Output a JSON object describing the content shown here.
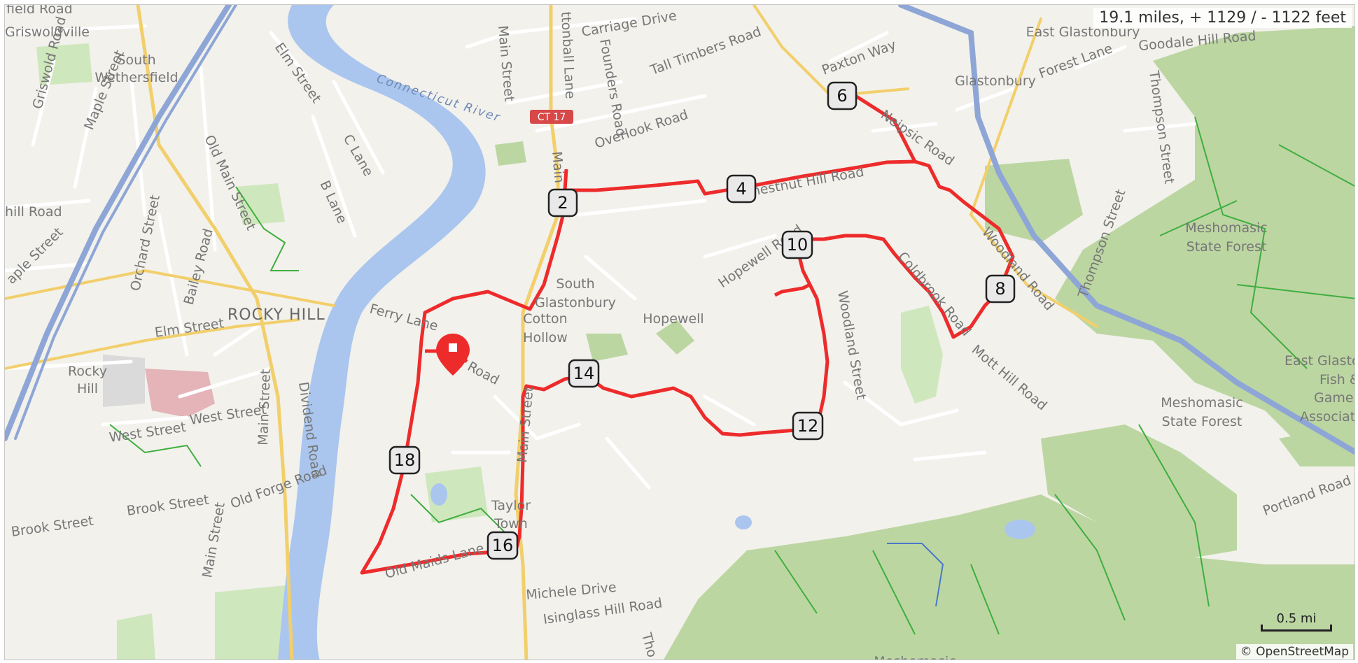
{
  "stats": "19.1 miles, + 1129 / - 1122 feet",
  "scale": "0.5 mi",
  "attribution": {
    "symbol": "©",
    "text": "OpenStreetMap"
  },
  "shield": "CT 17",
  "colors": {
    "route": "#ee2b2b",
    "highway": "#8ea6d6",
    "water": "#aac6ee",
    "forest": "#bcd6a2",
    "park": "#cfe7bd",
    "land": "#f2f1ec",
    "road": "#ffffff",
    "major_road": "#f2cf6b",
    "trail": "#3fae3f"
  },
  "markers": [
    "2",
    "4",
    "6",
    "8",
    "10",
    "12",
    "14",
    "16",
    "18"
  ],
  "start_icon": "map-pin-icon",
  "places": {
    "rocky_hill": "ROCKY HILL",
    "south_wethersfield": [
      "South",
      "Wethersfield"
    ],
    "griswoldville": "Griswoldville",
    "south_glastonbury": [
      "South",
      "Glastonbury"
    ],
    "cotton_hollow": [
      "Cotton",
      "Hollow"
    ],
    "hopewell": "Hopewell",
    "taylor_town": [
      "Taylor",
      "Town"
    ],
    "rocky": [
      "Rocky",
      "Hill"
    ],
    "east_glastonbury": "East Glastonbury",
    "glastonbury": "Glastonbury",
    "meshomasic_1": [
      "Meshomasic",
      "State Forest"
    ],
    "meshomasic_2": [
      "Meshomasic",
      "State Forest"
    ],
    "meshomasic_3": "Meshomasic",
    "east_glaston": [
      "East Glaston",
      "Fish &",
      "Game",
      "Associati"
    ]
  },
  "river": "Connecticut River",
  "roads": {
    "field_road": "field Road",
    "griswold_road": "Griswold Road",
    "maple_street": "Maple Street",
    "hill_road": "hill Road",
    "maple_street_2": "aple Street",
    "orchard_street": "Orchard Street",
    "bailey_road": "Bailey Road",
    "old_main_street": "Old Main Street",
    "elm_street": "Elm Street",
    "elm_street_2": "Elm Street",
    "c_lane": "C Lane",
    "b_lane": "B Lane",
    "ferry_lane": "Ferry Lane",
    "main_street": "Main Street",
    "main_street_2": "Main Street",
    "main_street_3": "Main Street",
    "main_street_4": "Main",
    "dividend_road": "Dividend Road",
    "west_street": "West Street",
    "west_street_2": "West Street",
    "old_forge_road": "Old Forge Road",
    "brook_street": "Brook Street",
    "brook_street_2": "Brook Street",
    "dug_road": "Dug Road",
    "old_maids_lane": "Old Maids Lane",
    "michele_drive": "Michele Drive",
    "isinglass_hill_road": "Isinglass Hill Road",
    "tho": "Tho",
    "carriage_drive": "Carriage Drive",
    "founders_road": "Founders Road",
    "tall_timbers_road": "Tall Timbers Road",
    "overlook_road": "Overlook Road",
    "chestnut_hill_road": "Chestnut Hill Road",
    "hopewell_road": "Hopewell Road",
    "woodland_street": "Woodland Street",
    "paxton_way": "Paxton Way",
    "neipsic_road": "Neipsic Road",
    "goodale_hill_road": "Goodale Hill Road",
    "forest_lane": "Forest Lane",
    "thompson_street": "Thompson Street",
    "thompson_street_2": "Thompson Street",
    "coldbrook_road": "Coldbrook Road",
    "mott_hill_road": "Mott Hill Road",
    "portland_road": "Portland Road",
    "woodland_road": "Woodland Road",
    "cottonball_lane": "ttonball Lane"
  }
}
